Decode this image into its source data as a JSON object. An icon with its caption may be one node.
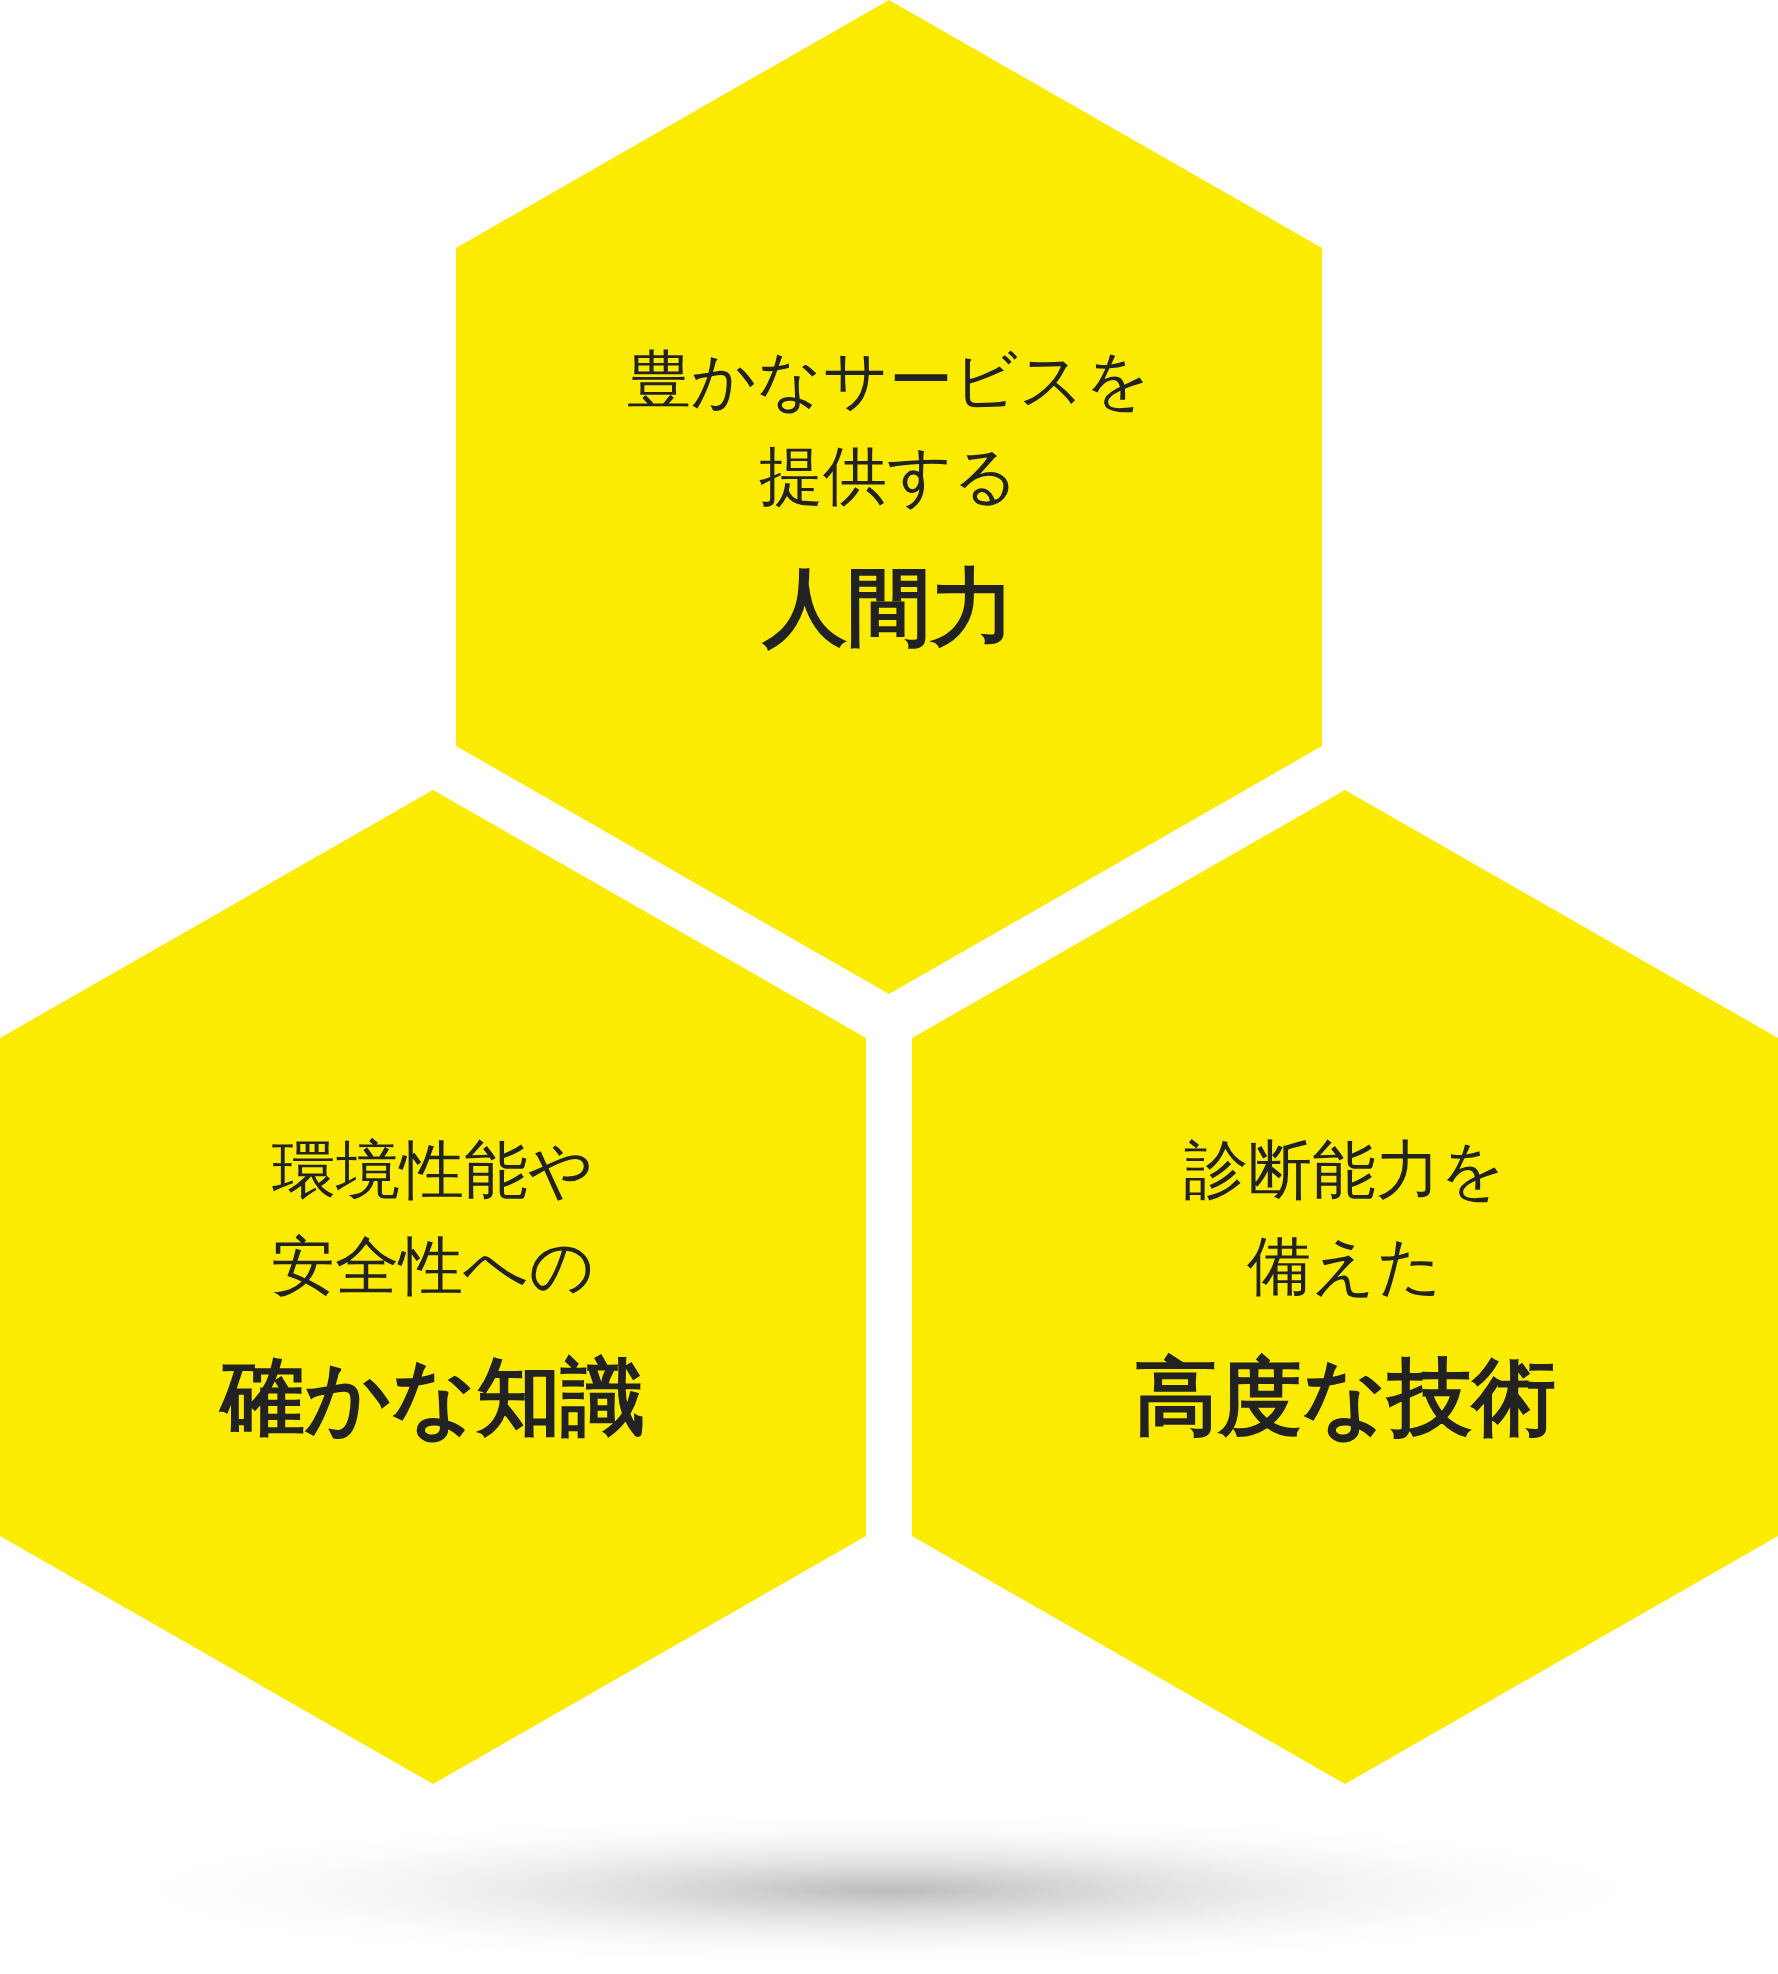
{
  "diagram": {
    "nodes": [
      {
        "text": [
          "豊かなサービスを提供する",
          "人間力"
        ]
      },
      {
        "text": [
          "環境性能や安全性への",
          "確かな知識"
        ]
      },
      {
        "text": [
          "診断能力を備えた",
          "高度な技術"
        ]
      }
    ]
  }
}
